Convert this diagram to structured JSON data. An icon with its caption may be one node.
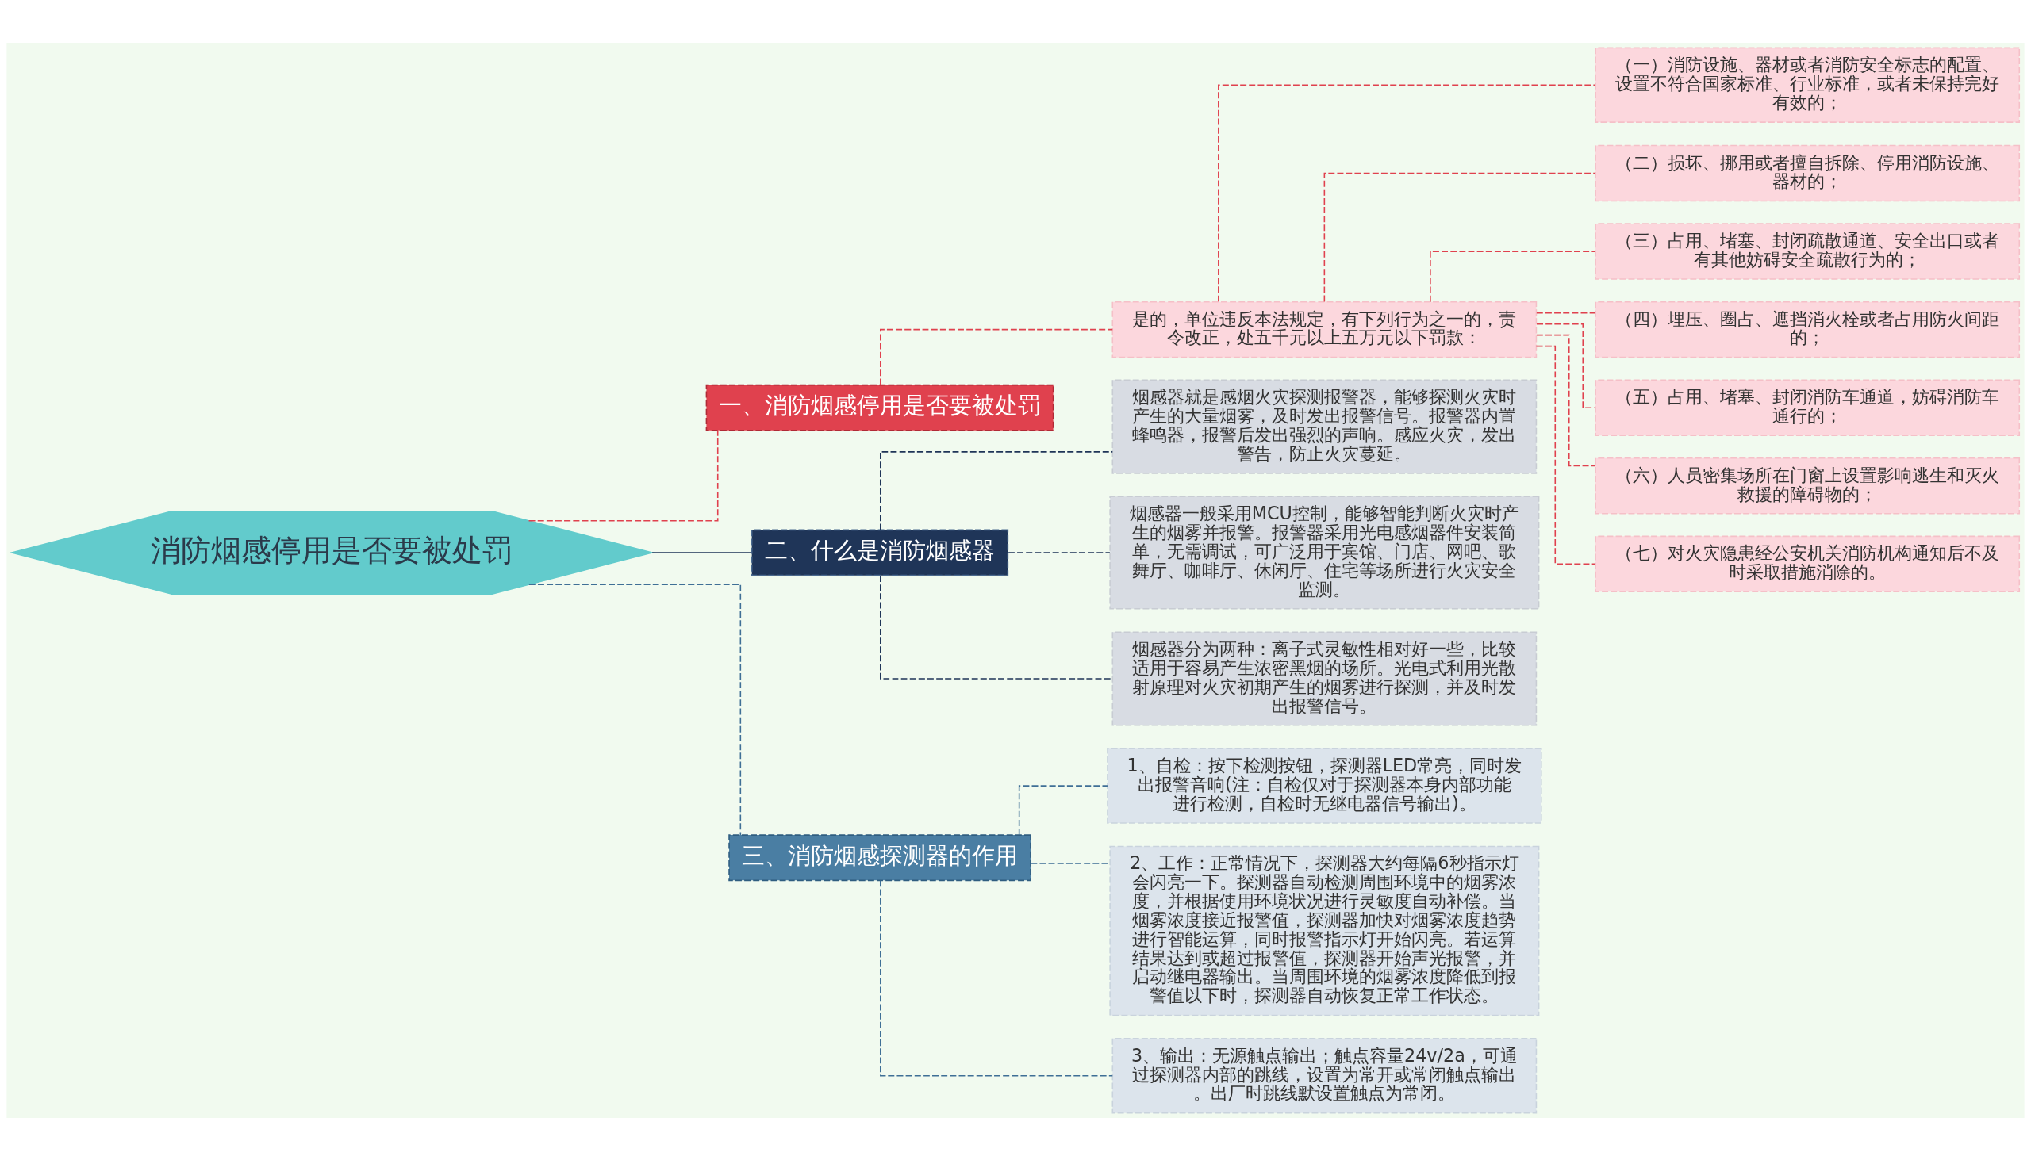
{
  "diagram": {
    "nodes": [
      {
        "text": [
          "消防烟感停用是否要被处罚"
        ]
      },
      {
        "text": [
          "一、消防烟感停用是否要被处罚"
        ]
      },
      {
        "text": [
          "是的，单位违反本法规定，有下列行为之一的，责令改正，处五千元以上五万元以下罚款："
        ]
      },
      {
        "text": [
          "（一）消防设施、器材或者消防安全标志的配置、设置不符合国家标准、行业标准，或者未保持完好有效的；"
        ]
      },
      {
        "text": [
          "（二）损坏、挪用或者擅自拆除、停用消防设施、器材的；"
        ]
      },
      {
        "text": [
          "（三）占用、堵塞、封闭疏散通道、安全出口或者有其他妨碍安全疏散行为的；"
        ]
      },
      {
        "text": [
          "（四）埋压、圈占、遮挡消火栓或者占用防火间距的；"
        ]
      },
      {
        "text": [
          "（五）占用、堵塞、封闭消防车通道，妨碍消防车通行的；"
        ]
      },
      {
        "text": [
          "（六）人员密集场所在门窗上设置影响逃生和灭火救援的障碍物的；"
        ]
      },
      {
        "text": [
          "（七）对火灾隐患经公安机关消防机构通知后不及时采取措施消除的。"
        ]
      },
      {
        "text": [
          "二、什么是消防烟感器"
        ]
      },
      {
        "text": [
          "烟感器就是感烟火灾探测报警器，能够探测火灾时产生的大量烟雾，及时发出报警信号。报警器内置蜂鸣器，报警后发出强烈的声响。感应火灾，发出警告，防止火灾蔓延。"
        ]
      },
      {
        "text": [
          "烟感器一般采用MCU控制，能够智能判断火灾时产生的烟雾并报警。报警器采用光电感烟器件安装简单，无需调试，可广泛用于宾馆、门店、网吧、歌舞厅、咖啡厅、休闲厅、住宅等场所进行火灾安全监测。"
        ]
      },
      {
        "text": [
          "烟感器分为两种：离子式灵敏性相对好一些，比较适用于容易产生浓密黑烟的场所。光电式利用光散射原理对火灾初期产生的烟雾进行探测，并及时发出报警信号。"
        ]
      },
      {
        "text": [
          "三、消防烟感探测器的作用"
        ]
      },
      {
        "text": [
          "1、自检：按下检测按钮，探测器LED常亮，同时发出报警音响(注：自检仅对于探测器本身内部功能进行检测，自检时无继电器信号输出)。"
        ]
      },
      {
        "text": [
          "2、工作：正常情况下，探测器大约每隔6秒指示灯会闪亮一下。探测器自动检测周围环境中的烟雾浓度，并根据使用环境状况进行灵敏度自动补偿。当烟雾浓度接近报警值，探测器加快对烟雾浓度趋势进行智能运算，同时报警指示灯开始闪亮。若运算结果达到或超过报警值，探测器开始声光报警，并启动继电器输出。当周围环境的烟雾浓度降低到报警值以下时，探测器自动恢复正常工作状态。"
        ]
      },
      {
        "text": [
          "3、输出：无源触点输出；触点容量24v/2a，可通过探测器内部的跳线，设置为常开或常闭触点输出。出厂时跳线默设置触点为常闭。"
        ]
      }
    ],
    "edges": [
      {
        "from": 0,
        "to": 1,
        "arrow": "none",
        "style": "dashed",
        "color": "#e0414e"
      },
      {
        "from": 1,
        "to": 2,
        "arrow": "none",
        "style": "dashed",
        "color": "#e0414e"
      },
      {
        "from": 2,
        "to": 3,
        "arrow": "none",
        "style": "dashed",
        "color": "#e0414e"
      },
      {
        "from": 2,
        "to": 4,
        "arrow": "none",
        "style": "dashed",
        "color": "#e0414e"
      },
      {
        "from": 2,
        "to": 5,
        "arrow": "none",
        "style": "dashed",
        "color": "#e0414e"
      },
      {
        "from": 2,
        "to": 6,
        "arrow": "none",
        "style": "dashed",
        "color": "#e0414e"
      },
      {
        "from": 2,
        "to": 7,
        "arrow": "none",
        "style": "dashed",
        "color": "#e0414e"
      },
      {
        "from": 2,
        "to": 8,
        "arrow": "none",
        "style": "dashed",
        "color": "#e0414e"
      },
      {
        "from": 2,
        "to": 9,
        "arrow": "none",
        "style": "dashed",
        "color": "#e0414e"
      },
      {
        "from": 0,
        "to": 10,
        "arrow": "none",
        "color": "#1f3558"
      },
      {
        "from": 10,
        "to": 11,
        "arrow": "none",
        "style": "dashed",
        "color": "#1f3558"
      },
      {
        "from": 10,
        "to": 12,
        "arrow": "none",
        "style": "dashed",
        "color": "#1f3558"
      },
      {
        "from": 10,
        "to": 13,
        "arrow": "none",
        "style": "dashed",
        "color": "#1f3558"
      },
      {
        "from": 0,
        "to": 14,
        "arrow": "none",
        "style": "dashed",
        "color": "#3f6f96"
      },
      {
        "from": 14,
        "to": 15,
        "arrow": "none",
        "style": "dashed",
        "color": "#3f6f96"
      },
      {
        "from": 14,
        "to": 16,
        "arrow": "none",
        "style": "dashed",
        "color": "#3f6f96"
      },
      {
        "from": 14,
        "to": 17,
        "arrow": "none",
        "style": "dashed",
        "color": "#3f6f96"
      }
    ]
  }
}
